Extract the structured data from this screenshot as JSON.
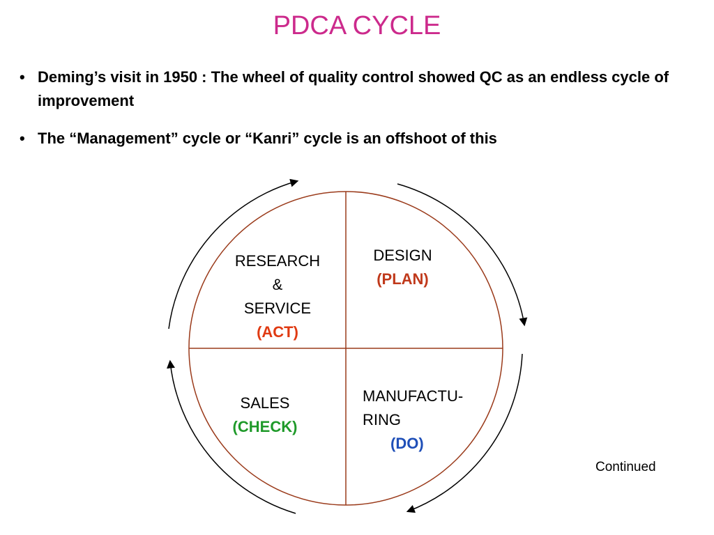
{
  "title": "PDCA CYCLE",
  "bullets": [
    "Deming’s visit in 1950 :  The wheel of quality control showed QC as an endless cycle of improvement",
    "The “Management” cycle or “Kanri” cycle is an offshoot of this"
  ],
  "quadrants": {
    "plan": {
      "name": "DESIGN",
      "phase": "(PLAN)",
      "phase_color": "#c0391b"
    },
    "do": {
      "name_line1": "MANUFACTU-",
      "name_line2": "RING",
      "phase": "(DO)",
      "phase_color": "#1f4fb8"
    },
    "check": {
      "name": "SALES",
      "phase": "(CHECK)",
      "phase_color": "#1f9a2a"
    },
    "act": {
      "name_line1": "RESEARCH",
      "name_line2": "&",
      "name_line3": "SERVICE",
      "phase": "(ACT)",
      "phase_color": "#e03a12"
    }
  },
  "footer": "Continued",
  "colors": {
    "title": "#cc2a8c",
    "circle": "#9a3a1a",
    "arrows": "#000000"
  }
}
